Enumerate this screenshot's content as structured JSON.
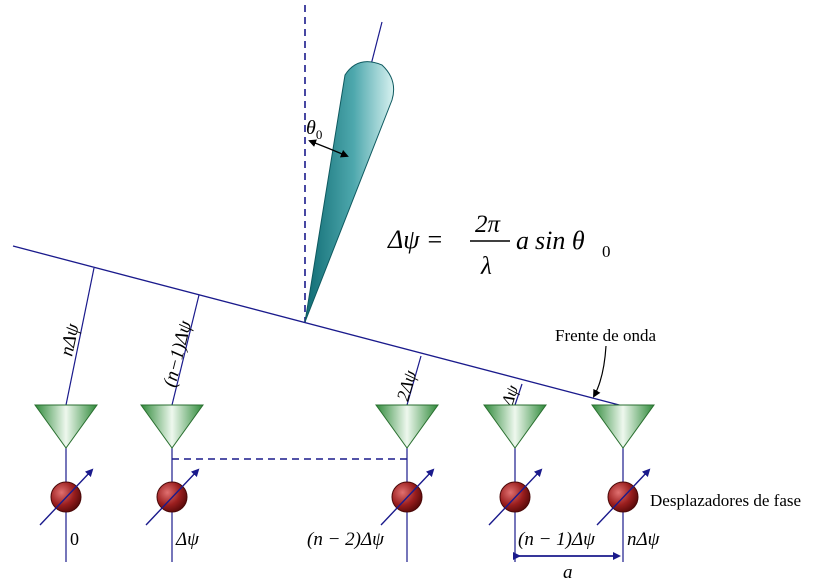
{
  "diagram": {
    "formula": {
      "lhs": "Δψ =",
      "numerator": "2π",
      "denominator": "λ",
      "rhs_var": "a",
      "rhs_func": "sin θ",
      "rhs_sub": "0"
    },
    "angle_label": {
      "symbol": "θ",
      "sub": "0"
    },
    "wavefront_label": "Frente de onda",
    "phase_shifters_label": "Desplazadores de fase",
    "path_labels": [
      "nΔψ",
      "(n−1)Δψ",
      "2Δψ",
      "Δψ"
    ],
    "shift_labels": [
      "0",
      "Δψ",
      "(n − 2)Δψ",
      "(n − 1)Δψ",
      "nΔψ"
    ],
    "spacing_label": "a",
    "colors": {
      "line": "#1a1a8c",
      "beam_dark": "#0f6b73",
      "beam_light": "#cfeeed",
      "antenna_dark": "#2f8a3a",
      "antenna_light": "#e6f5e6",
      "shifter_dark": "#6a0f0f",
      "shifter_light": "#d96060",
      "arrow": "#1a1a8c"
    }
  }
}
